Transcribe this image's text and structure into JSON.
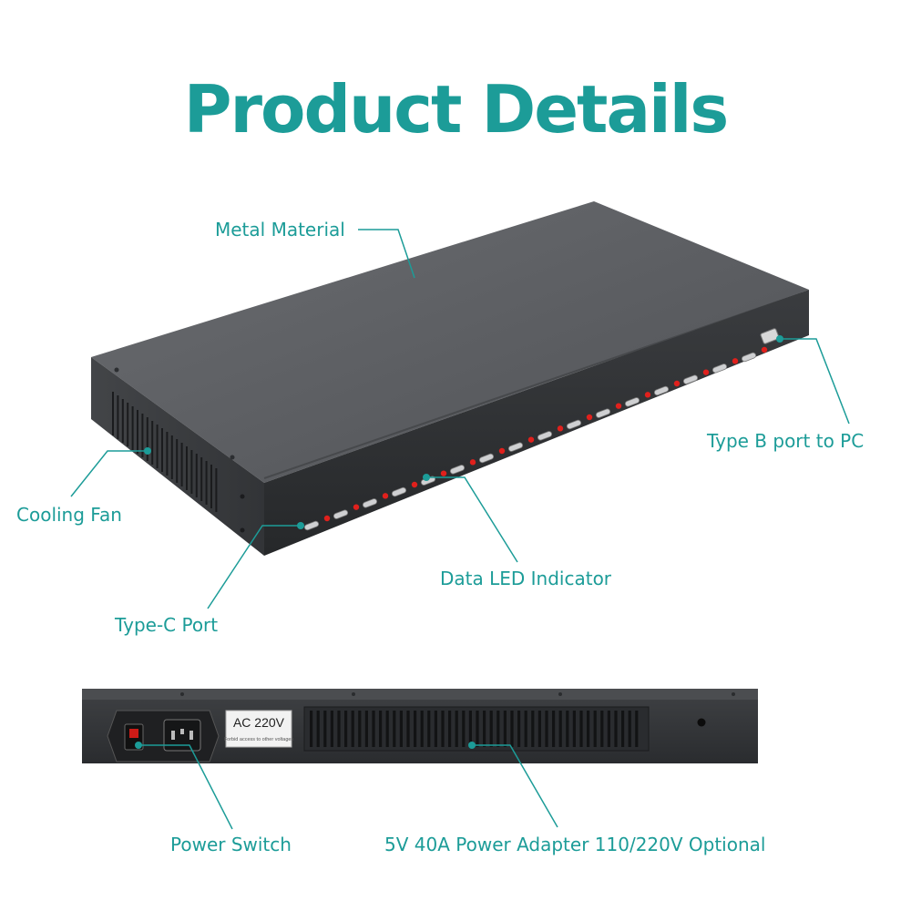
{
  "title": "Product Details",
  "colors": {
    "accent": "#1c9c98",
    "body_top": "#5d5f62",
    "body_front": "#2e3033",
    "led": "#e0201c",
    "background": "#ffffff"
  },
  "labels": {
    "metal_material": "Metal Material",
    "type_b_port": "Type B port to PC",
    "cooling_fan": "Cooling Fan",
    "data_led": "Data LED Indicator",
    "type_c_port": "Type-C Port",
    "power_switch": "Power Switch",
    "power_adapter": "5V 40A Power Adapter 110/220V Optional"
  },
  "rear_panel": {
    "voltage_label": "AC 220V",
    "voltage_warning": "Forbid access to other voltages"
  },
  "front_panel": {
    "port_count": 16
  }
}
